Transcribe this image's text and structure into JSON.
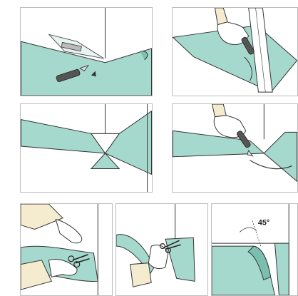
{
  "colors": {
    "vinyl": "#a6d9cd",
    "vinyl_dark": "#7bbfae",
    "wall": "#ffffff",
    "outline": "#333333",
    "sleeve": "#f5ecd0",
    "skin": "#ffffff",
    "panel_border": "#bdbdbd"
  },
  "icons": [
    "utility-knife-icon",
    "straightedge-icon",
    "scissors-icon",
    "hand-icon"
  ],
  "steps": [
    {
      "id": "step-1"
    },
    {
      "id": "step-2"
    },
    {
      "id": "step-3"
    },
    {
      "id": "step-4"
    },
    {
      "id": "step-5"
    },
    {
      "id": "step-6"
    },
    {
      "id": "step-7",
      "angle_label": "45°"
    }
  ]
}
